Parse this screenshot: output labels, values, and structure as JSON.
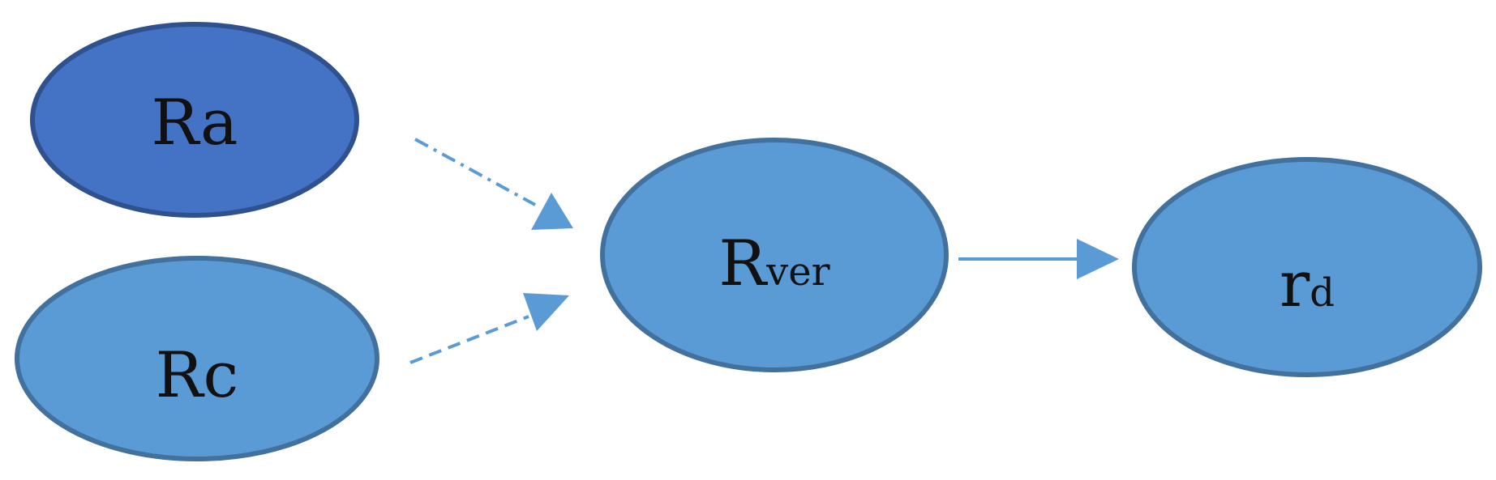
{
  "diagram": {
    "colors": {
      "node_dark": "#4472c4",
      "node_light": "#5b9bd5",
      "stroke_dark": "#2f528f",
      "stroke_light": "#41719c",
      "arrow": "#5b9bd5"
    },
    "nodes": {
      "ra": {
        "main": "Ra",
        "sub": ""
      },
      "rc": {
        "main": "Rc",
        "sub": ""
      },
      "rver": {
        "main": "R",
        "sub": "ver"
      },
      "rd": {
        "main": "r",
        "sub": "d"
      }
    },
    "edges": [
      {
        "from": "ra",
        "to": "rver",
        "style": "dash-dot"
      },
      {
        "from": "rc",
        "to": "rver",
        "style": "dashed"
      },
      {
        "from": "rver",
        "to": "rd",
        "style": "solid"
      }
    ]
  }
}
